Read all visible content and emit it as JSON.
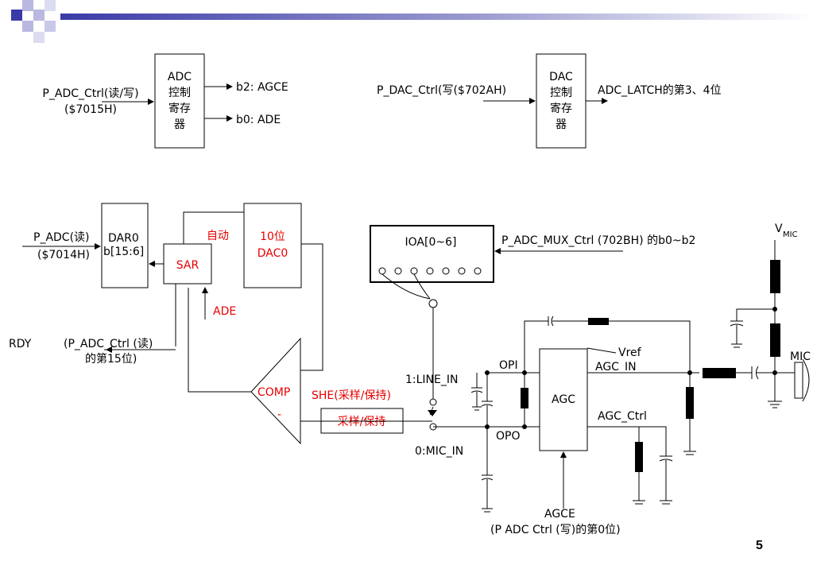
{
  "adc_ctrl": {
    "input_label_1": "P_ADC_Ctrl(读/写)",
    "input_label_2": "($7015H)",
    "box_lines": [
      "ADC",
      "控制",
      "寄存",
      "器"
    ],
    "out_b2": "b2: AGCE",
    "out_b0": "b0: ADE"
  },
  "dac_ctrl": {
    "input_label": "P_DAC_Ctrl(写($702AH)",
    "box_lines": [
      "DAC",
      "控制",
      "寄存",
      "器"
    ],
    "output_label": "ADC_LATCH的第3、4位"
  },
  "adc_read": {
    "label_1": "P_ADC(读)",
    "label_2": "($7014H)",
    "dar_lines": [
      "DAR0",
      "b[15:6]"
    ],
    "sar": "SAR",
    "auto": "自动",
    "dac_lines": [
      "10位",
      "DAC0"
    ],
    "ade": "ADE"
  },
  "rdy": {
    "label": "RDY",
    "desc_1": "(P_ADC_Ctrl (读)",
    "desc_2": "的第15位)"
  },
  "comparator": {
    "label_1": "COMP",
    "label_2": "-",
    "she": "SHE(采样/保持)",
    "sh_box": "采样/保持"
  },
  "mux": {
    "ioa": "IOA[0~6]",
    "mux_label": "P_ADC_MUX_Ctrl (702BH) 的b0~b2",
    "line_in": "1:LINE_IN",
    "mic_in": "0:MIC_IN"
  },
  "agc": {
    "box": "AGC",
    "opi": "OPI",
    "opo": "OPO",
    "vref": "Vref",
    "agc_in": "AGC_IN",
    "agc_ctrl": "AGC_Ctrl",
    "agce": "AGCE",
    "agce_desc": "(P  ADC  Ctrl (写)的第0位)"
  },
  "mic": {
    "vmic": "V",
    "vmic_sub": "MIC",
    "label": "MIC"
  },
  "page_number": "5",
  "colors": {
    "accent_red": "#e60000",
    "header_blue": "#3a3aa8"
  }
}
